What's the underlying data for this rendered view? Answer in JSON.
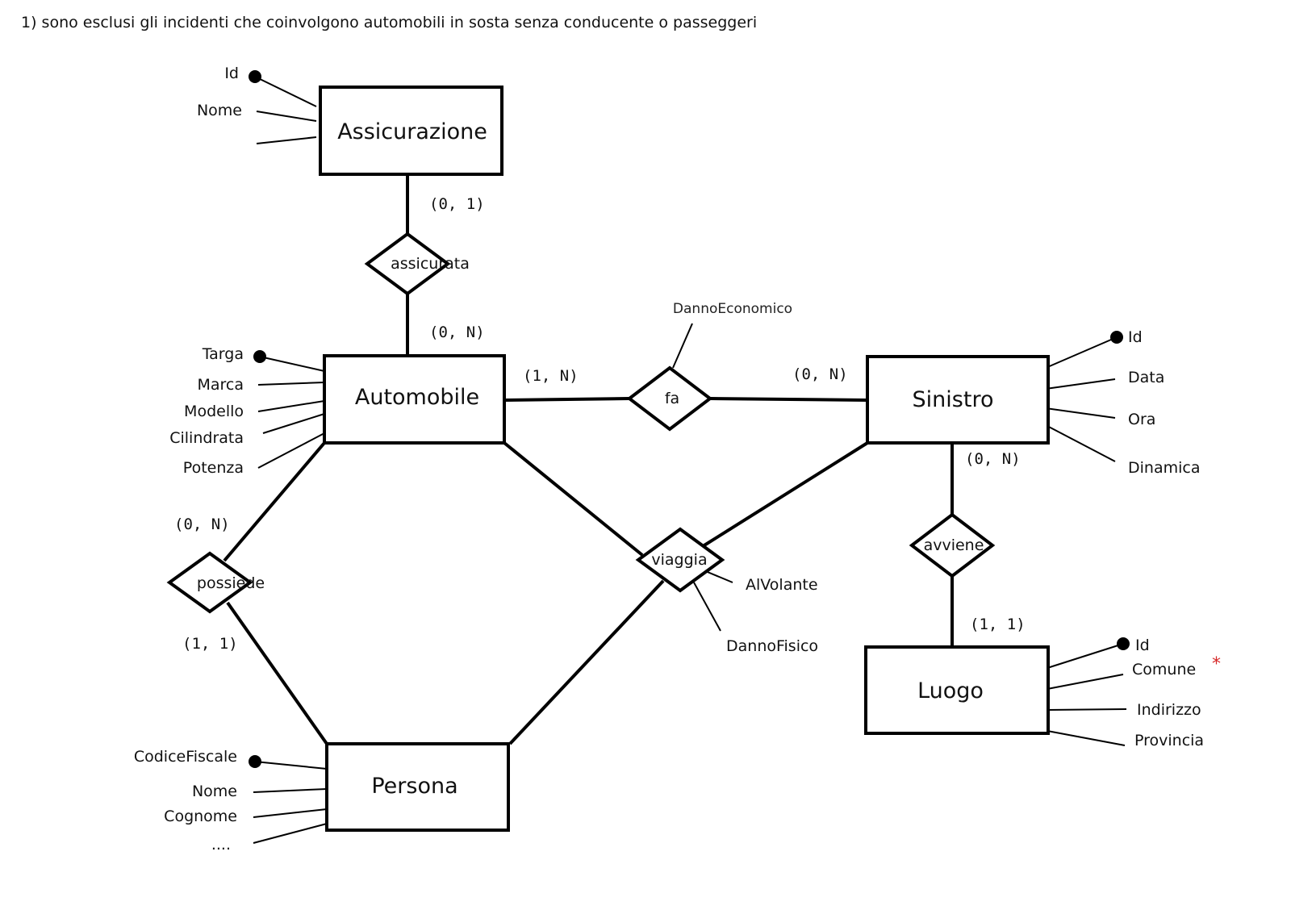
{
  "note": "1) sono esclusi gli incidenti che coinvolgono automobili in sosta senza conducente o passeggeri",
  "entities": {
    "assicurazione": {
      "name": "Assicurazione",
      "attributes": [
        "Id",
        "Nome"
      ]
    },
    "automobile": {
      "name": "Automobile",
      "attributes": [
        "Targa",
        "Marca",
        "Modello",
        "Cilindrata",
        "Potenza"
      ]
    },
    "sinistro": {
      "name": "Sinistro",
      "attributes": [
        "Id",
        "Data",
        "Ora",
        "Dinamica"
      ]
    },
    "luogo": {
      "name": "Luogo",
      "attributes": [
        "Id",
        "Comune",
        "Indirizzo",
        "Provincia"
      ],
      "comune_marker": "*"
    },
    "persona": {
      "name": "Persona",
      "attributes": [
        "CodiceFiscale",
        "Nome",
        "Cognome",
        "...."
      ]
    }
  },
  "relationships": {
    "assicurata": {
      "name": "assicurata",
      "card_assicurazione": "(0, 1)",
      "card_automobile": "(0, N)"
    },
    "fa": {
      "name": "fa",
      "attribute": "DannoEconomico",
      "card_automobile": "(1, N)",
      "card_sinistro": "(0, N)"
    },
    "possiede": {
      "name": "possiede",
      "card_automobile": "(0, N)",
      "card_persona": "(1, 1)"
    },
    "viaggia": {
      "name": "viaggia",
      "attributes": [
        "AlVolante",
        "DannoFisico"
      ]
    },
    "avviene": {
      "name": "avviene",
      "card_sinistro": "(0, N)",
      "card_luogo": "(1, 1)"
    }
  },
  "colors": {
    "line": "#000000",
    "marker": "#d62828"
  }
}
